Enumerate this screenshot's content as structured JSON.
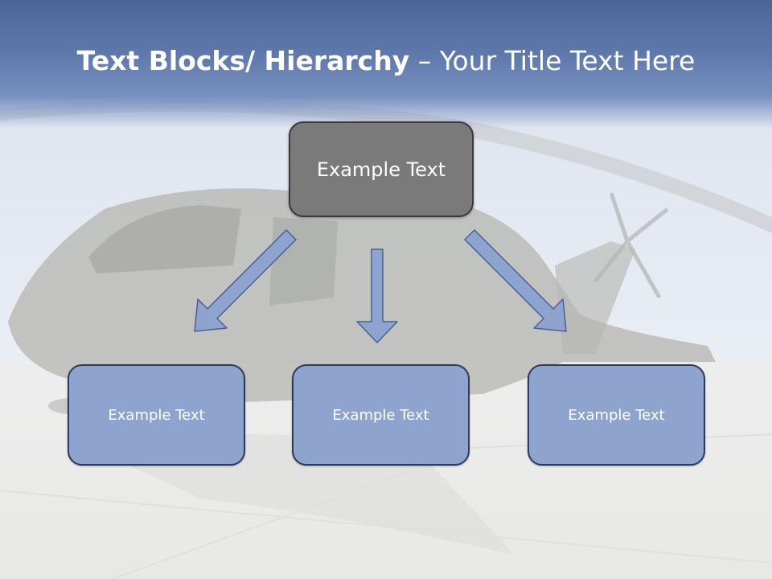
{
  "title": {
    "bold": "Text Blocks/ Hierarchy",
    "rest": " – Your Title Text Here"
  },
  "diagram": {
    "top_box": "Example Text",
    "children": [
      "Example Text",
      "Example Text",
      "Example Text"
    ]
  },
  "colors": {
    "title_band": "#5e77ab",
    "top_box_fill": "#7a7a7a",
    "child_box_fill": "#8fa3cf",
    "arrow_fill": "#8fa3cf",
    "border": "#2e3a5c"
  }
}
